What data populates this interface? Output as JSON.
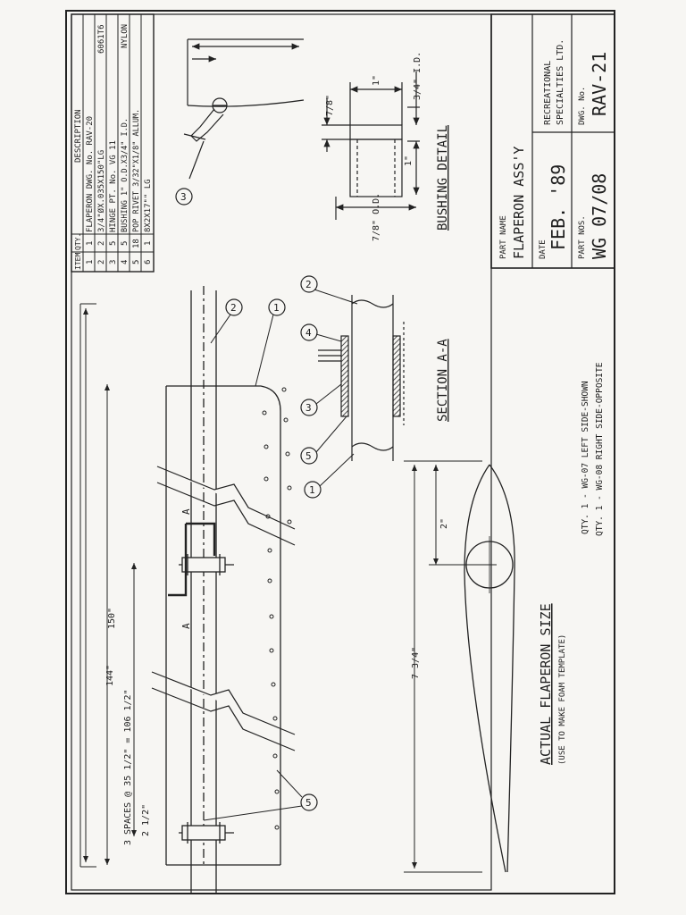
{
  "title_block": {
    "part_name_label": "PART NAME",
    "part_name": "FLAPERON ASS'Y",
    "date_label": "DATE",
    "date": "FEB. '89",
    "part_nos_label": "PART NOS.",
    "part_nos": "WG 07/08",
    "company_line1": "RECREATIONAL",
    "company_line2": "SPECIALTIES LTD.",
    "dwg_no_label": "DWG. No.",
    "dwg_no": "RAV-21"
  },
  "bom": {
    "headers": [
      "ITEM",
      "QTY.",
      "DESCRIPTION"
    ],
    "rows": [
      {
        "item": "1",
        "qty": "1",
        "desc": "FLAPERON DWG. No. RAV-20",
        "note": ""
      },
      {
        "item": "2",
        "qty": "2",
        "desc": "3/4\"ØX.035X150\"LG",
        "note": "6061T6"
      },
      {
        "item": "3",
        "qty": "5",
        "desc": "HINGE PT. No. VG 11",
        "note": ""
      },
      {
        "item": "4",
        "qty": "5",
        "desc": "BUSHING 1\" O.D.X3/4\" I.D.",
        "note": "NYLON"
      },
      {
        "item": "5",
        "qty": "18",
        "desc": "POP RIVET 3/32\"X1/8\" ALLUM.",
        "note": ""
      },
      {
        "item": "6",
        "qty": "1",
        "desc": "8X2X17\"\" LG",
        "note": ""
      }
    ]
  },
  "bushing_detail": {
    "title": "BUSHING DETAIL",
    "dim_top": "7/8\"",
    "dim_len": "1\"",
    "dim_id": "3/4\" I.D.",
    "dim_gap": "1\"",
    "dim_od": "7/8\" O.D."
  },
  "section_aa": {
    "title": "SECTION A-A"
  },
  "main_view": {
    "dim_overall": "150\"",
    "dim_144": "144\"",
    "dim_spaces": "3 SPACES @ 35 1/2\" = 106 1/2\"",
    "dim_end": "2 1/2\"",
    "section_marker": "A"
  },
  "profile": {
    "dim_chord": "7 3/4\"",
    "dim_dia": "2\"",
    "title": "ACTUAL FLAPERON SIZE",
    "subtitle": "(USE TO MAKE FOAM TEMPLATE)"
  },
  "qty_notes": {
    "line1": "QTY. 1 - WG-07 LEFT SIDE-SHOWN",
    "line2": "QTY. 1 - WG-08 RIGHT SIDE-OPPOSITE"
  },
  "balloons": {
    "n1": "1",
    "n2": "2",
    "n3": "3",
    "n4": "4",
    "n5": "5"
  }
}
